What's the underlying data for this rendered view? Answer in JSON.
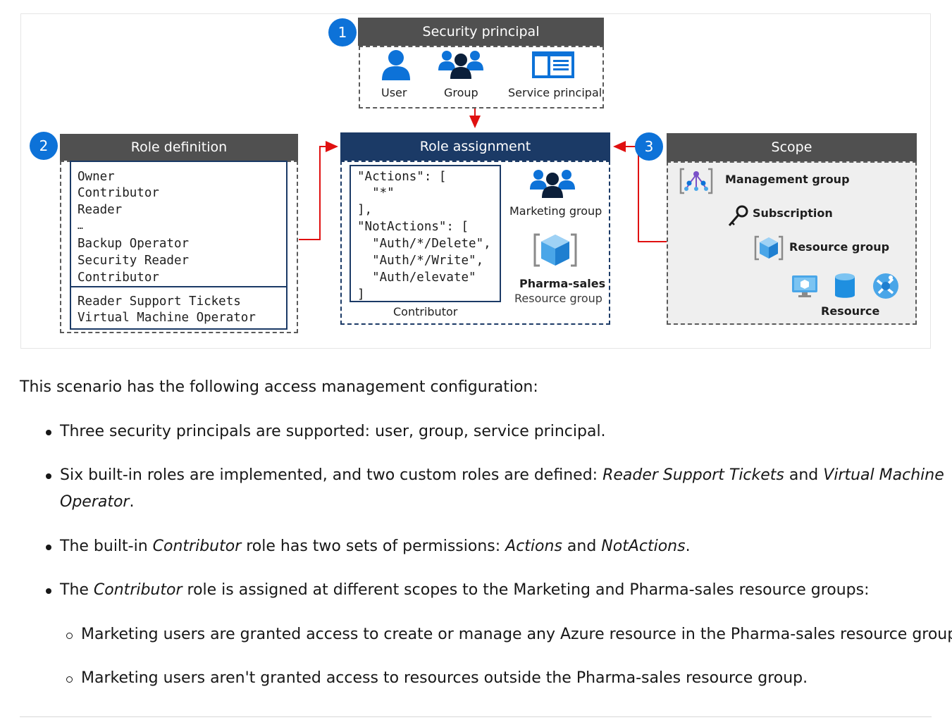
{
  "diagram": {
    "security_principal": {
      "badge": "1",
      "title": "Security principal",
      "items": [
        "User",
        "Group",
        "Service principal"
      ]
    },
    "role_definition": {
      "badge": "2",
      "title": "Role definition",
      "builtin_roles": [
        "Owner",
        "Contributor",
        "Reader",
        "…",
        "Backup Operator",
        "Security Reader",
        "Contributor"
      ],
      "custom_roles": [
        "Reader Support Tickets",
        "Virtual Machine Operator"
      ]
    },
    "role_assignment": {
      "title": "Role assignment",
      "code_lines": [
        "\"Actions\": [",
        "  \"*\"",
        "],",
        "\"NotActions\": [",
        "  \"Auth/*/Delete\",",
        "  \"Auth/*/Write\",",
        "  \"Auth/elevate\"",
        "]"
      ],
      "role_label": "Contributor",
      "group_label": "Marketing group",
      "rg_name": "Pharma-sales",
      "rg_sub": "Resource group"
    },
    "scope": {
      "badge": "3",
      "title": "Scope",
      "levels": [
        "Management group",
        "Subscription",
        "Resource group",
        "Resource"
      ]
    },
    "colors": {
      "accent_blue": "#0d72d8",
      "navy": "#1b3a66",
      "header_gray": "#505050",
      "arrow_red": "#e01010"
    }
  },
  "prose": {
    "intro": "This scenario has the following access management configuration:",
    "bullets": [
      {
        "parts": [
          "Three security principals are supported: user, group, service principal."
        ]
      },
      {
        "parts": [
          "Six built-in roles are implemented, and two custom roles are defined: ",
          "Reader Support Tickets",
          " and ",
          "Virtual Machine",
          "Operator",
          "."
        ]
      },
      {
        "parts": [
          "The built-in ",
          "Contributor",
          " role has two sets of permissions: ",
          "Actions",
          " and ",
          "NotActions",
          "."
        ]
      },
      {
        "parts": [
          "The ",
          "Contributor",
          " role is assigned at different scopes to the Marketing and Pharma-sales resource groups:"
        ]
      }
    ],
    "subbullets": [
      "Marketing users are granted access to create or manage any Azure resource in the Pharma-sales resource group.",
      "Marketing users aren't granted access to resources outside the Pharma-sales resource group."
    ]
  }
}
